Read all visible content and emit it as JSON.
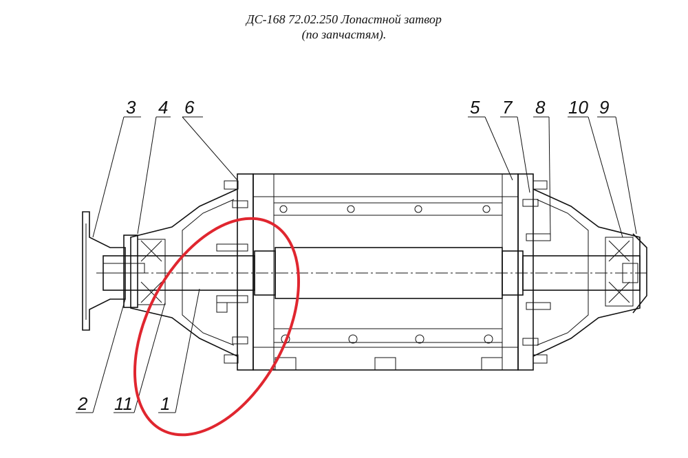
{
  "title_line1": "ДС-168 72.02.250 Лопастной затвор",
  "title_line2": "(по запчастям).",
  "callouts": {
    "c1": "1",
    "c2": "2",
    "c3": "3",
    "c4": "4",
    "c5": "5",
    "c6": "6",
    "c7": "7",
    "c8": "8",
    "c9": "9",
    "c10": "10",
    "c11": "11"
  },
  "highlight_color": "#e0262f"
}
